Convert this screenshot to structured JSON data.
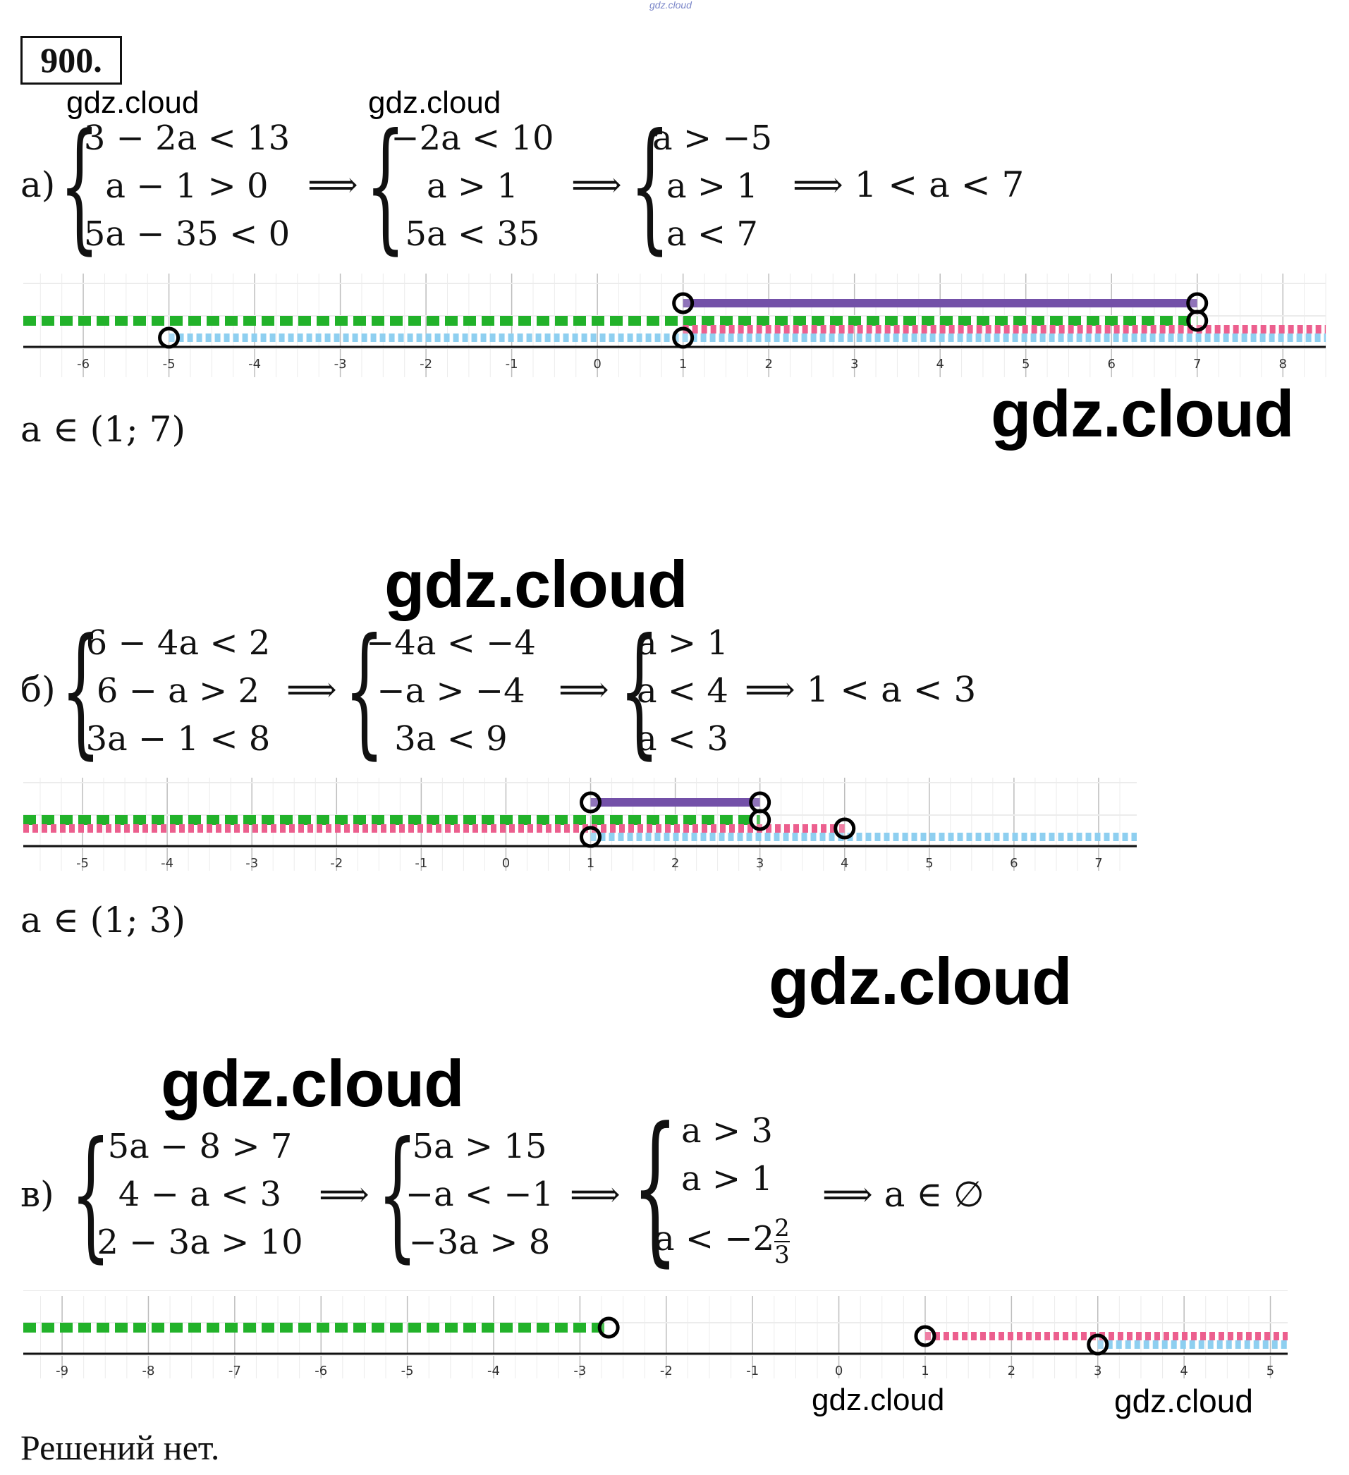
{
  "top_watermark": "gdz.cloud",
  "problem_number": "900.",
  "watermark": "gdz.cloud",
  "part_a": {
    "label": "а)",
    "system1": [
      "3 − 2a < 13",
      "a − 1 > 0",
      "5a − 35 < 0"
    ],
    "system2": [
      "−2a < 10",
      "a > 1",
      "5a < 35"
    ],
    "system3": [
      "a > −5",
      "a > 1",
      "a < 7"
    ],
    "arrow": "⟹",
    "result": "⟹ 1 < a < 7",
    "answer": "a ∈ (1; 7)"
  },
  "part_b": {
    "label": "б)",
    "system1": [
      "6 − 4a < 2",
      "6 − a > 2",
      "3a − 1 < 8"
    ],
    "system2": [
      "−4a < −4",
      "−a > −4",
      "3a < 9"
    ],
    "system3": [
      "a > 1",
      "a < 4",
      "a < 3"
    ],
    "arrow": "⟹",
    "result": "⟹ 1 < a < 3",
    "answer": "a ∈ (1; 3)"
  },
  "part_c": {
    "label": "в)",
    "system1": [
      "5a − 8 > 7",
      "4 − a < 3",
      "2 − 3a > 10"
    ],
    "system2": [
      "5a > 15",
      "−a < −1",
      "−3a > 8"
    ],
    "system3": [
      "a > 3",
      "a > 1",
      "a < −2"
    ],
    "fraction": {
      "num": "2",
      "den": "3"
    },
    "arrow": "⟹",
    "result": "⟹ a ∈ ∅",
    "answer": "Решений нет."
  },
  "colors": {
    "green": "#22b22a",
    "pink": "#ec5f8e",
    "blue": "#8ecff0",
    "purple": "#7350a8"
  },
  "number_lines": [
    {
      "ticks": [
        -6,
        -5,
        -4,
        -3,
        -2,
        -1,
        0,
        1,
        2,
        3,
        4,
        5,
        6,
        7,
        8
      ],
      "range": [
        -6.7,
        8.5
      ],
      "rays": [
        {
          "color": "green",
          "from": null,
          "to": 7
        },
        {
          "color": "pink",
          "from": 1,
          "to": null
        },
        {
          "color": "blue",
          "from": -5,
          "to": null
        },
        {
          "color": "purple",
          "from": 1,
          "to": 7,
          "solid": true
        }
      ],
      "open_points": [
        {
          "x": 1,
          "on": "purple"
        },
        {
          "x": 7,
          "on": "purple"
        },
        {
          "x": 1,
          "on": "blue"
        },
        {
          "x": 7,
          "on": "green"
        },
        {
          "x": -5,
          "on": "blue"
        }
      ]
    },
    {
      "ticks": [
        -5,
        -4,
        -3,
        -2,
        -1,
        0,
        1,
        2,
        3,
        4,
        5,
        6,
        7
      ],
      "range": [
        -5.7,
        7.45
      ],
      "rays": [
        {
          "color": "green",
          "from": null,
          "to": 3
        },
        {
          "color": "pink",
          "from": null,
          "to": 4
        },
        {
          "color": "blue",
          "from": 1,
          "to": null
        },
        {
          "color": "purple",
          "from": 1,
          "to": 3,
          "solid": true
        }
      ],
      "open_points": [
        {
          "x": 1,
          "on": "purple"
        },
        {
          "x": 3,
          "on": "purple"
        },
        {
          "x": 1,
          "on": "blue"
        },
        {
          "x": 3,
          "on": "green"
        },
        {
          "x": 4,
          "on": "pink"
        }
      ]
    },
    {
      "ticks": [
        -9,
        -8,
        -7,
        -6,
        -5,
        -4,
        -3,
        -2,
        -1,
        0,
        1,
        2,
        3,
        4,
        5
      ],
      "range": [
        -9.45,
        5.2
      ],
      "rays": [
        {
          "color": "green",
          "from": null,
          "to": -2.667
        },
        {
          "color": "pink",
          "from": 1,
          "to": null
        },
        {
          "color": "blue",
          "from": 3,
          "to": null
        }
      ],
      "open_points": [
        {
          "x": -2.667,
          "on": "green"
        },
        {
          "x": 1,
          "on": "pink"
        },
        {
          "x": 3,
          "on": "blue"
        }
      ]
    }
  ]
}
